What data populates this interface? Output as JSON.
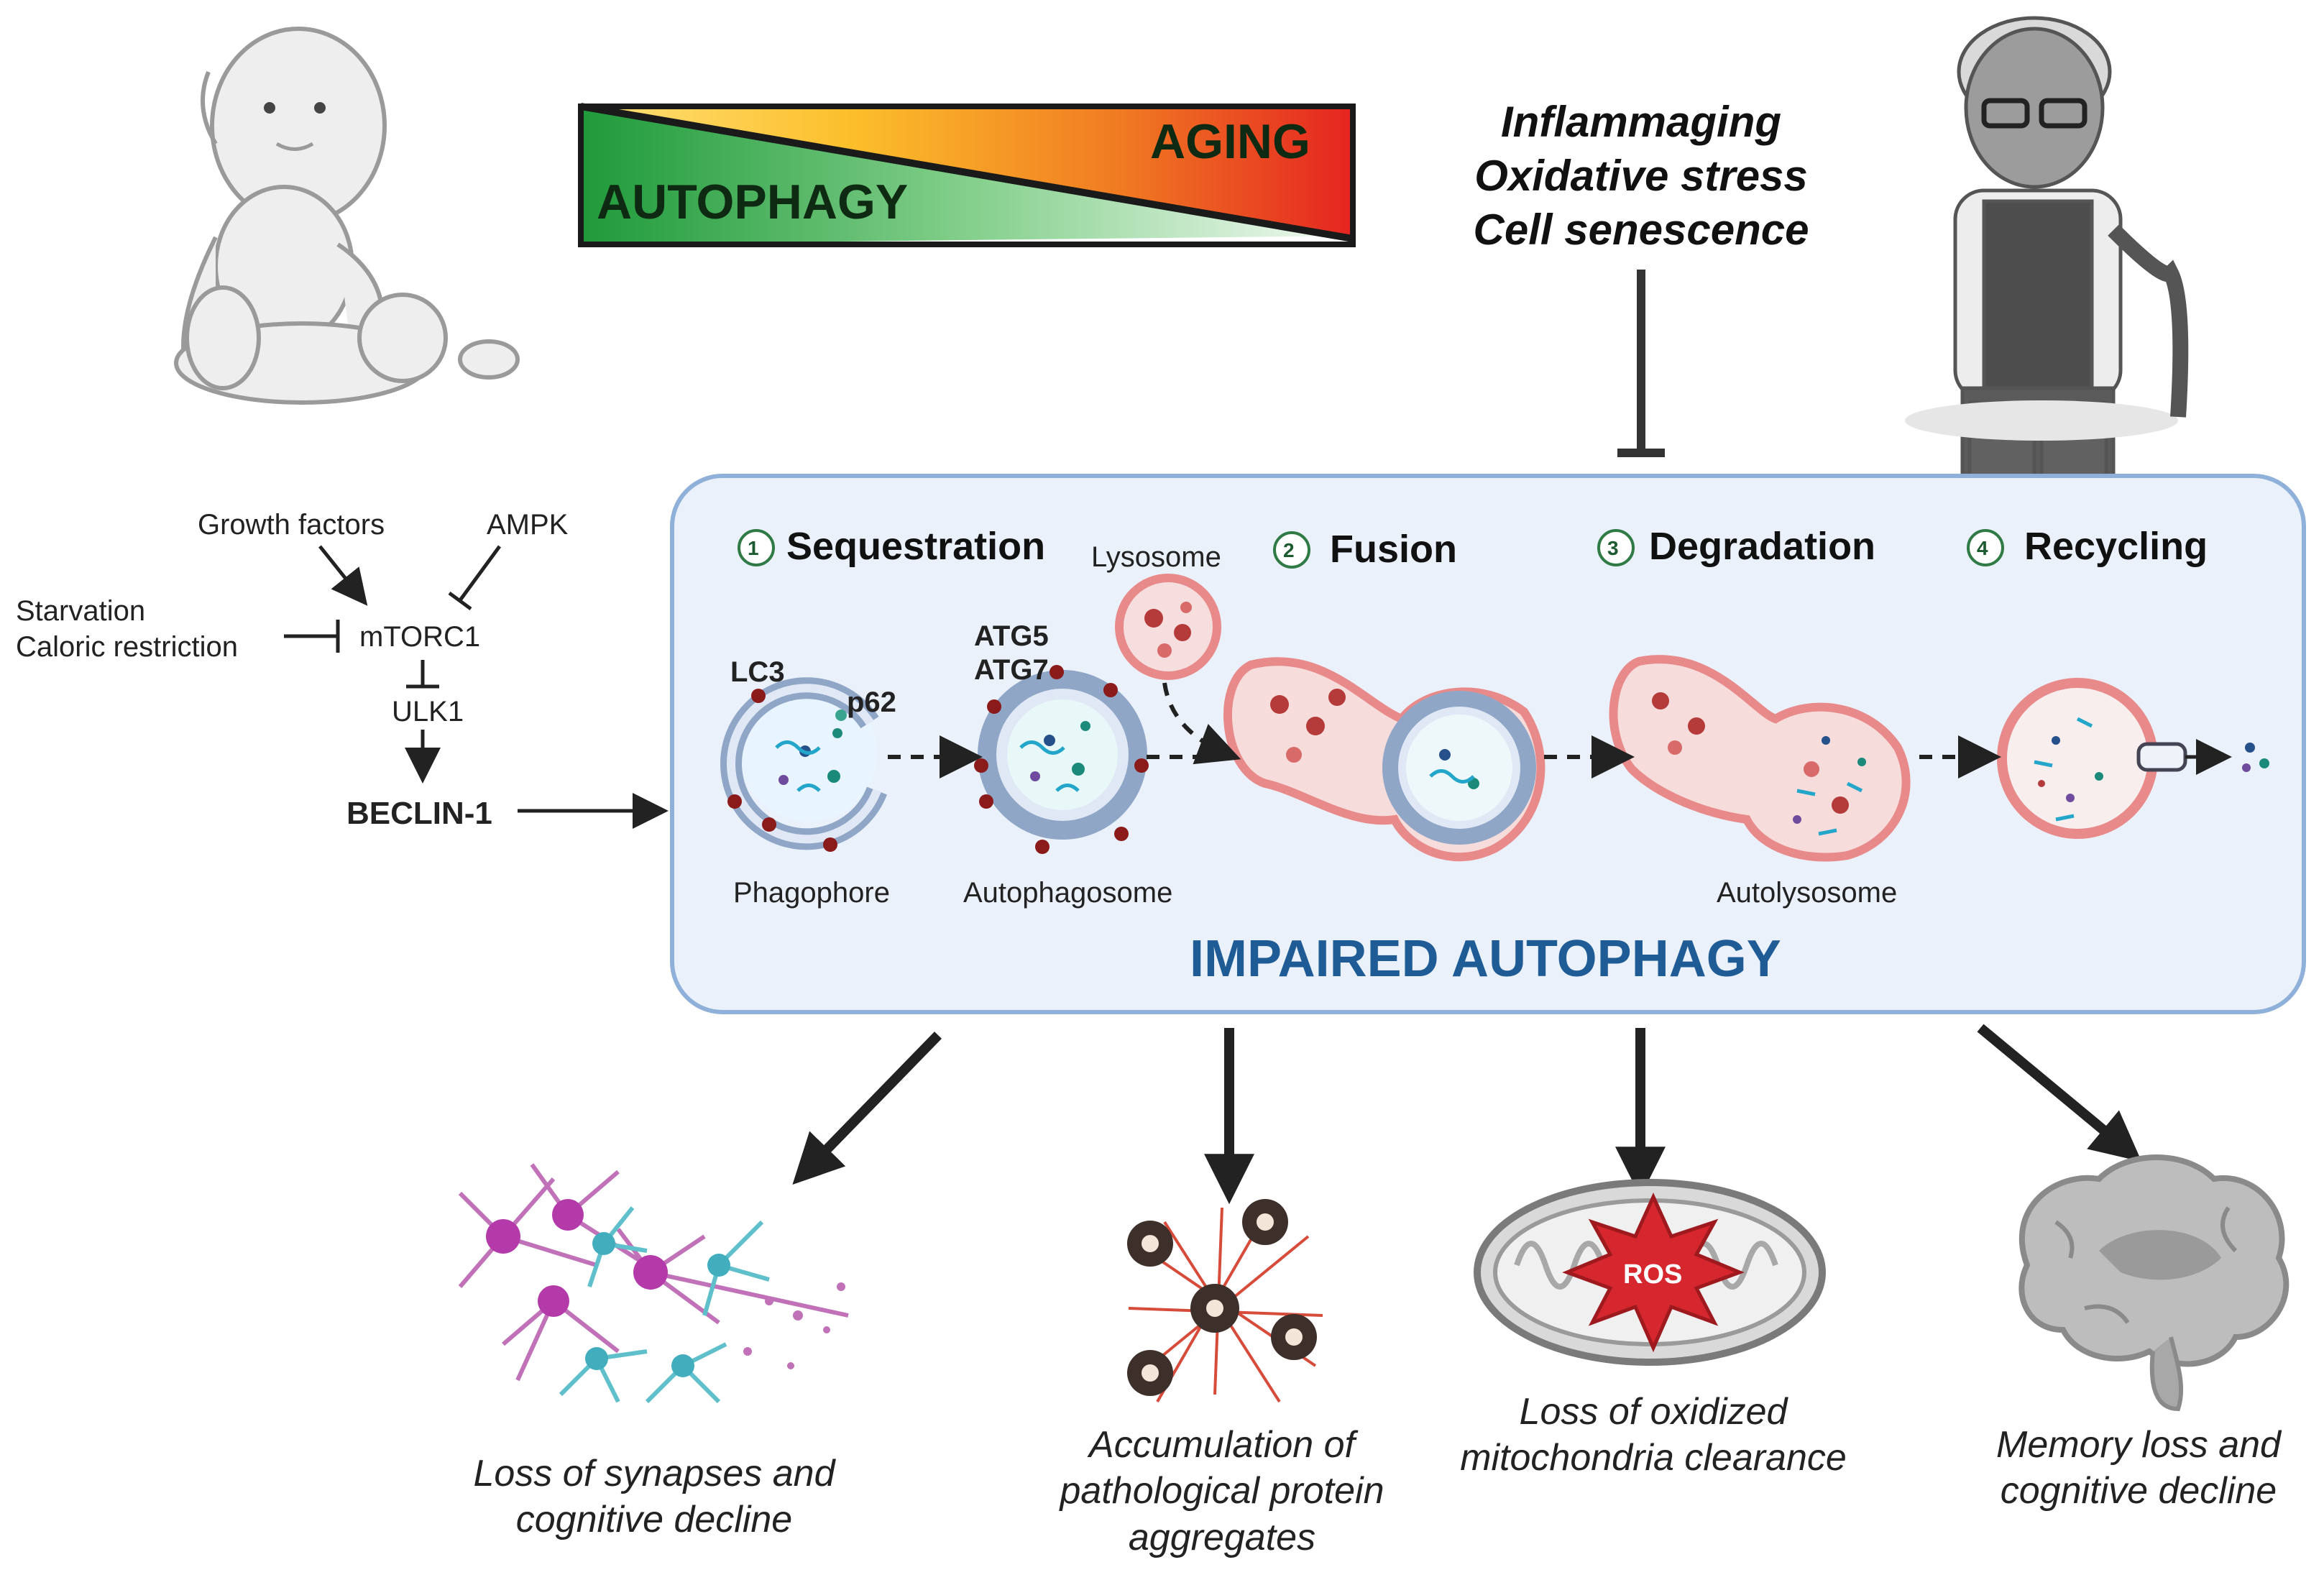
{
  "gradient_bar": {
    "autophagy_label": "AUTOPHAGY",
    "aging_label": "AGING"
  },
  "stressors": [
    "Inflammaging",
    "Oxidative stress",
    "Cell senescence"
  ],
  "pathway": {
    "growth_factors": "Growth factors",
    "ampk": "AMPK",
    "starvation": "Starvation",
    "caloric_restriction": "Caloric restriction",
    "mtorc1": "mTORC1",
    "ulk1": "ULK1",
    "beclin1": "BECLIN-1"
  },
  "steps": [
    {
      "num": "1",
      "label": "Sequestration"
    },
    {
      "num": "2",
      "label": "Fusion"
    },
    {
      "num": "3",
      "label": "Degradation"
    },
    {
      "num": "4",
      "label": "Recycling"
    }
  ],
  "organelles": {
    "lysosome": "Lysosome",
    "lc3": "LC3",
    "p62": "p62",
    "atg5": "ATG5",
    "atg7": "ATG7",
    "phagophore": "Phagophore",
    "autophagosome": "Autophagosome",
    "autolysosome": "Autolysosome"
  },
  "impaired_title": "IMPAIRED AUTOPHAGY",
  "ros_label": "ROS",
  "outcomes": [
    "Loss of synapses and cognitive decline",
    "Accumulation of pathological protein aggregates",
    "Loss of oxidized mitochondria clearance",
    "Memory loss and cognitive decline"
  ],
  "colors": {
    "panel_fill": "#eaf1fb",
    "panel_stroke": "#8fb0d8",
    "title_blue": "#1f5c96",
    "lysosome_red": "#e98a8a",
    "autophagosome_blue": "#9fb3d1",
    "gradient_green": "#1f9a3a",
    "gradient_red": "#e52421"
  }
}
